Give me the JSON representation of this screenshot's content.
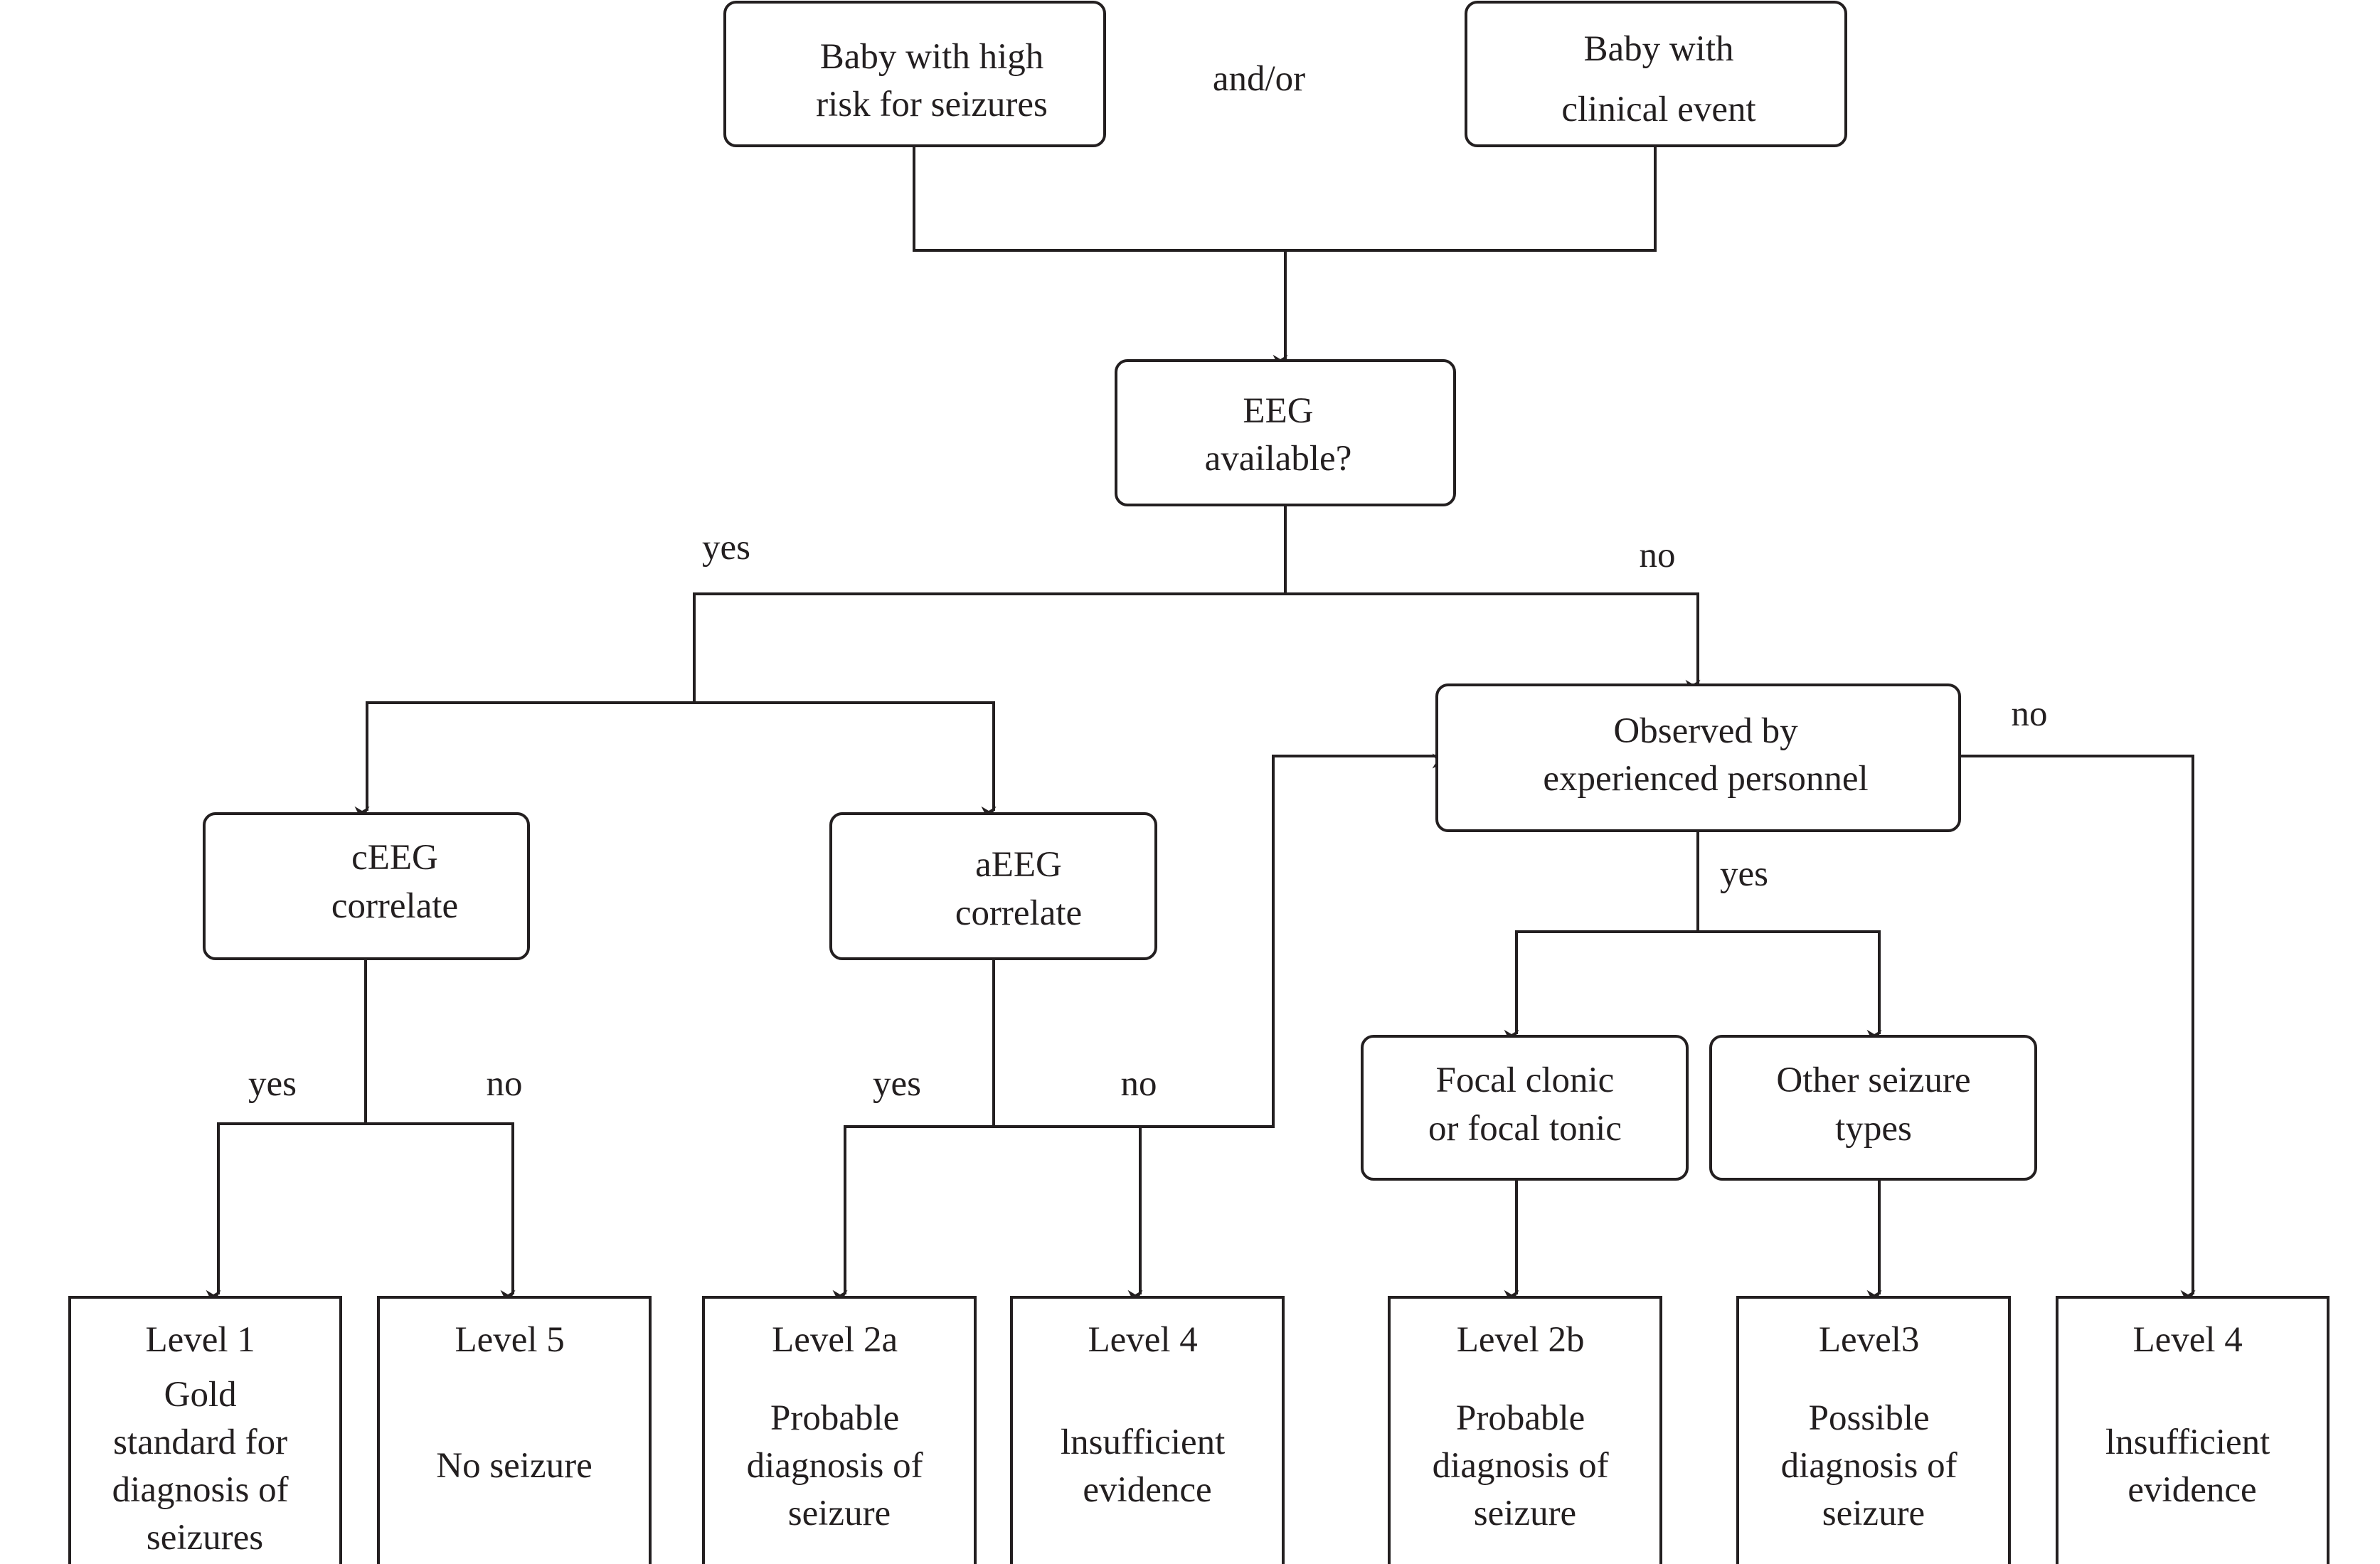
{
  "nodes": {
    "high_risk": [
      "Baby with high",
      "risk for seizures"
    ],
    "and_or": "and/or",
    "clinical_event": [
      "Baby with",
      "clinical event"
    ],
    "eeg_available": [
      "EEG",
      "available?"
    ],
    "ceeg": [
      "cEEG",
      "correlate"
    ],
    "aeeg": [
      "aEEG",
      "correlate"
    ],
    "observed": [
      "Observed by",
      "experienced personnel"
    ],
    "focal": [
      "Focal clonic",
      "or focal tonic"
    ],
    "other_types": [
      "Other seizure",
      "types"
    ],
    "level1": [
      "Level 1",
      "Gold",
      "standard for",
      "diagnosis of",
      "seizures"
    ],
    "level5": [
      "Level 5",
      "No seizure"
    ],
    "level2a": [
      "Level 2a",
      "Probable",
      "diagnosis of",
      "seizure"
    ],
    "level4_left": [
      "Level 4",
      "lnsufficient",
      "evidence"
    ],
    "level2b": [
      "Level 2b",
      "Probable",
      "diagnosis of",
      "seizure"
    ],
    "level3": [
      "Level3",
      "Possible",
      "diagnosis of",
      "seizure"
    ],
    "level4_right": [
      "Level 4",
      "lnsufficient",
      "evidence"
    ]
  },
  "edge_labels": {
    "eeg_yes": "yes",
    "eeg_no": "no",
    "observed_no": "no",
    "observed_yes": "yes",
    "ceeg_yes": "yes",
    "ceeg_no": "no",
    "aeeg_yes": "yes",
    "aeeg_no": "no"
  },
  "colors": {
    "stroke": "#231f20",
    "background": "#ffffff"
  }
}
